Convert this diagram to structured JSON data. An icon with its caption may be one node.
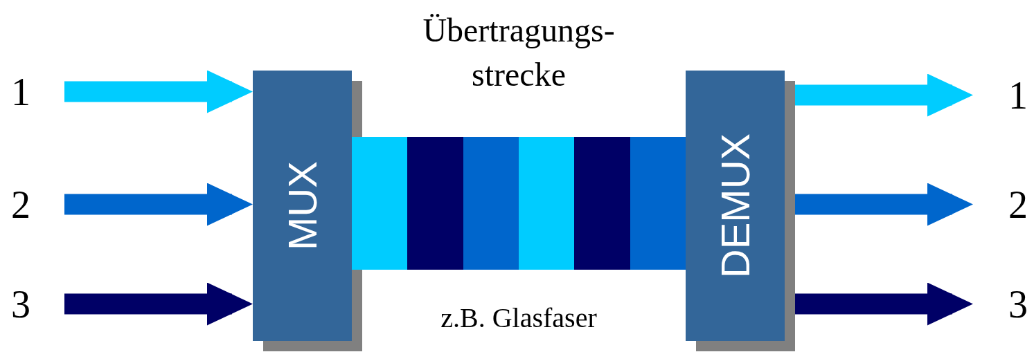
{
  "diagram": {
    "nodes": [
      {
        "text": [
          "1"
        ]
      },
      {
        "text": [
          "2"
        ]
      },
      {
        "text": [
          "3"
        ]
      },
      {
        "text": [
          "MUX"
        ]
      },
      {
        "text": [
          "Übertragungs- strecke"
        ],
        "beside": [
          "z.B. Glasfaser"
        ]
      },
      {
        "text": [
          "DEMUX"
        ]
      },
      {
        "text": [
          "1"
        ]
      },
      {
        "text": [
          "2"
        ]
      },
      {
        "text": [
          "3"
        ]
      }
    ],
    "edges": [
      {
        "from": 0,
        "to": 3,
        "arrow": "to",
        "color": "#00ccff"
      },
      {
        "from": 1,
        "to": 3,
        "arrow": "to",
        "color": "#0066cc"
      },
      {
        "from": 2,
        "to": 3,
        "arrow": "to",
        "color": "#000066"
      },
      {
        "from": 5,
        "to": 6,
        "arrow": "to",
        "color": "#00ccff"
      },
      {
        "from": 5,
        "to": 7,
        "arrow": "to",
        "color": "#0066cc"
      },
      {
        "from": 5,
        "to": 8,
        "arrow": "to",
        "color": "#000066"
      }
    ]
  }
}
